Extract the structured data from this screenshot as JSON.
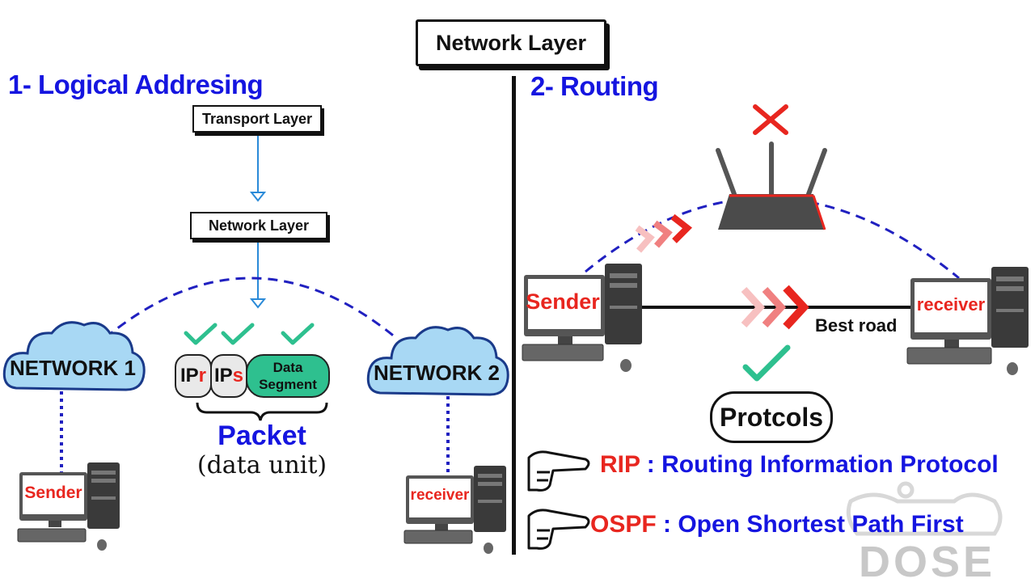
{
  "header": {
    "title": "Network Layer"
  },
  "left": {
    "title": "1- Logical Addresing",
    "transport_layer": "Transport Layer",
    "network_layer": "Network Layer",
    "network1": "NETWORK 1",
    "network2": "NETWORK 2",
    "ip_r": {
      "prefix": "IP",
      "sub": "r"
    },
    "ip_s": {
      "prefix": "IP",
      "sub": "s"
    },
    "data_segment": {
      "line1": "Data",
      "line2": "Segment"
    },
    "packet": "Packet",
    "data_unit": "(data unit)",
    "sender": "Sender",
    "receiver": "receiver"
  },
  "right": {
    "title": "2- Routing",
    "sender": "Sender",
    "receiver": "receiver",
    "best_road": "Best road",
    "protocols": "Protcols",
    "rip": {
      "abbr": "RIP",
      "desc": " : Routing Information Protocol"
    },
    "ospf": {
      "abbr": "OSPF",
      "desc": " : Open Shortest Path First"
    }
  },
  "watermark": "DOSE",
  "colors": {
    "blue": "#1515e0",
    "red": "#e8261f",
    "green": "#2ec08f",
    "cloud": "#a8d8f4"
  }
}
